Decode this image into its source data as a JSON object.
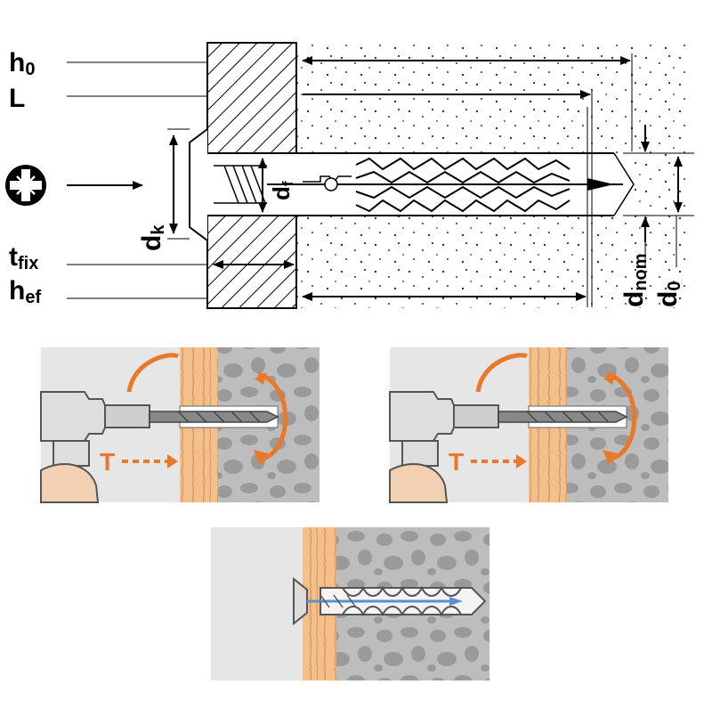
{
  "dimension_labels": {
    "h0": {
      "main": "h",
      "sub": "0"
    },
    "L": {
      "main": "L",
      "sub": ""
    },
    "tfix": {
      "main": "t",
      "sub": "fix"
    },
    "hef": {
      "main": "h",
      "sub": "ef"
    },
    "dk": {
      "main": "d",
      "sub": "k"
    },
    "df": {
      "main": "d",
      "sub": "f"
    },
    "dnom": {
      "main": "d",
      "sub": "nom"
    },
    "d0": {
      "main": "d",
      "sub": "0"
    }
  },
  "drive_icon": "pozidriv-cross-icon",
  "step_labels": {
    "step1_mode": "T",
    "step2_mode": "T"
  },
  "colors": {
    "line": "#000000",
    "wall_fill": "#ffffff",
    "concrete_dots": "#333333",
    "orange": "#e8782a",
    "wood": "#f3c08c",
    "wood_grain": "#d89b63",
    "concrete_panel": "#bdbdbd",
    "concrete_stone": "#9a9a9a",
    "background_panel": "#e6e6e6",
    "screw_blue": "#5b8fd0"
  }
}
